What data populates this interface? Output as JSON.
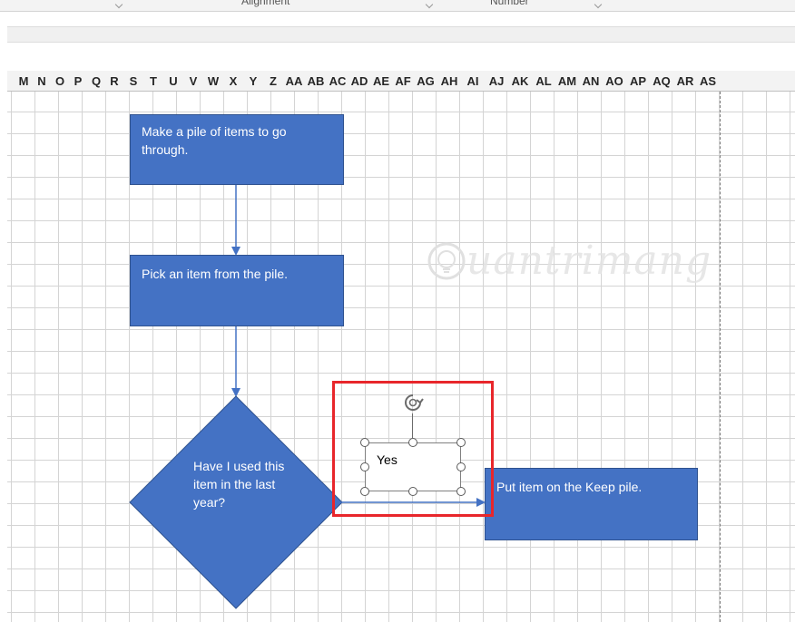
{
  "ribbon": {
    "groups": [
      "Alignment",
      "Number"
    ]
  },
  "columns": [
    "M",
    "N",
    "O",
    "P",
    "Q",
    "R",
    "S",
    "T",
    "U",
    "V",
    "W",
    "X",
    "Y",
    "Z",
    "AA",
    "AB",
    "AC",
    "AD",
    "AE",
    "AF",
    "AG",
    "AH",
    "AI",
    "AJ",
    "AK",
    "AL",
    "AM",
    "AN",
    "AO",
    "AP",
    "AQ",
    "AR",
    "AS"
  ],
  "flowchart": {
    "step1": "Make a pile of items to go through.",
    "step2": "Pick an item from the pile.",
    "decision": "Have I used this item in the last year?",
    "yes_label": "Yes",
    "keep": "Put item on the Keep pile."
  },
  "watermark": "uantrimang",
  "colors": {
    "shape_fill": "#4472c4",
    "connector": "#4472c4",
    "selection_highlight": "#e8262b"
  }
}
